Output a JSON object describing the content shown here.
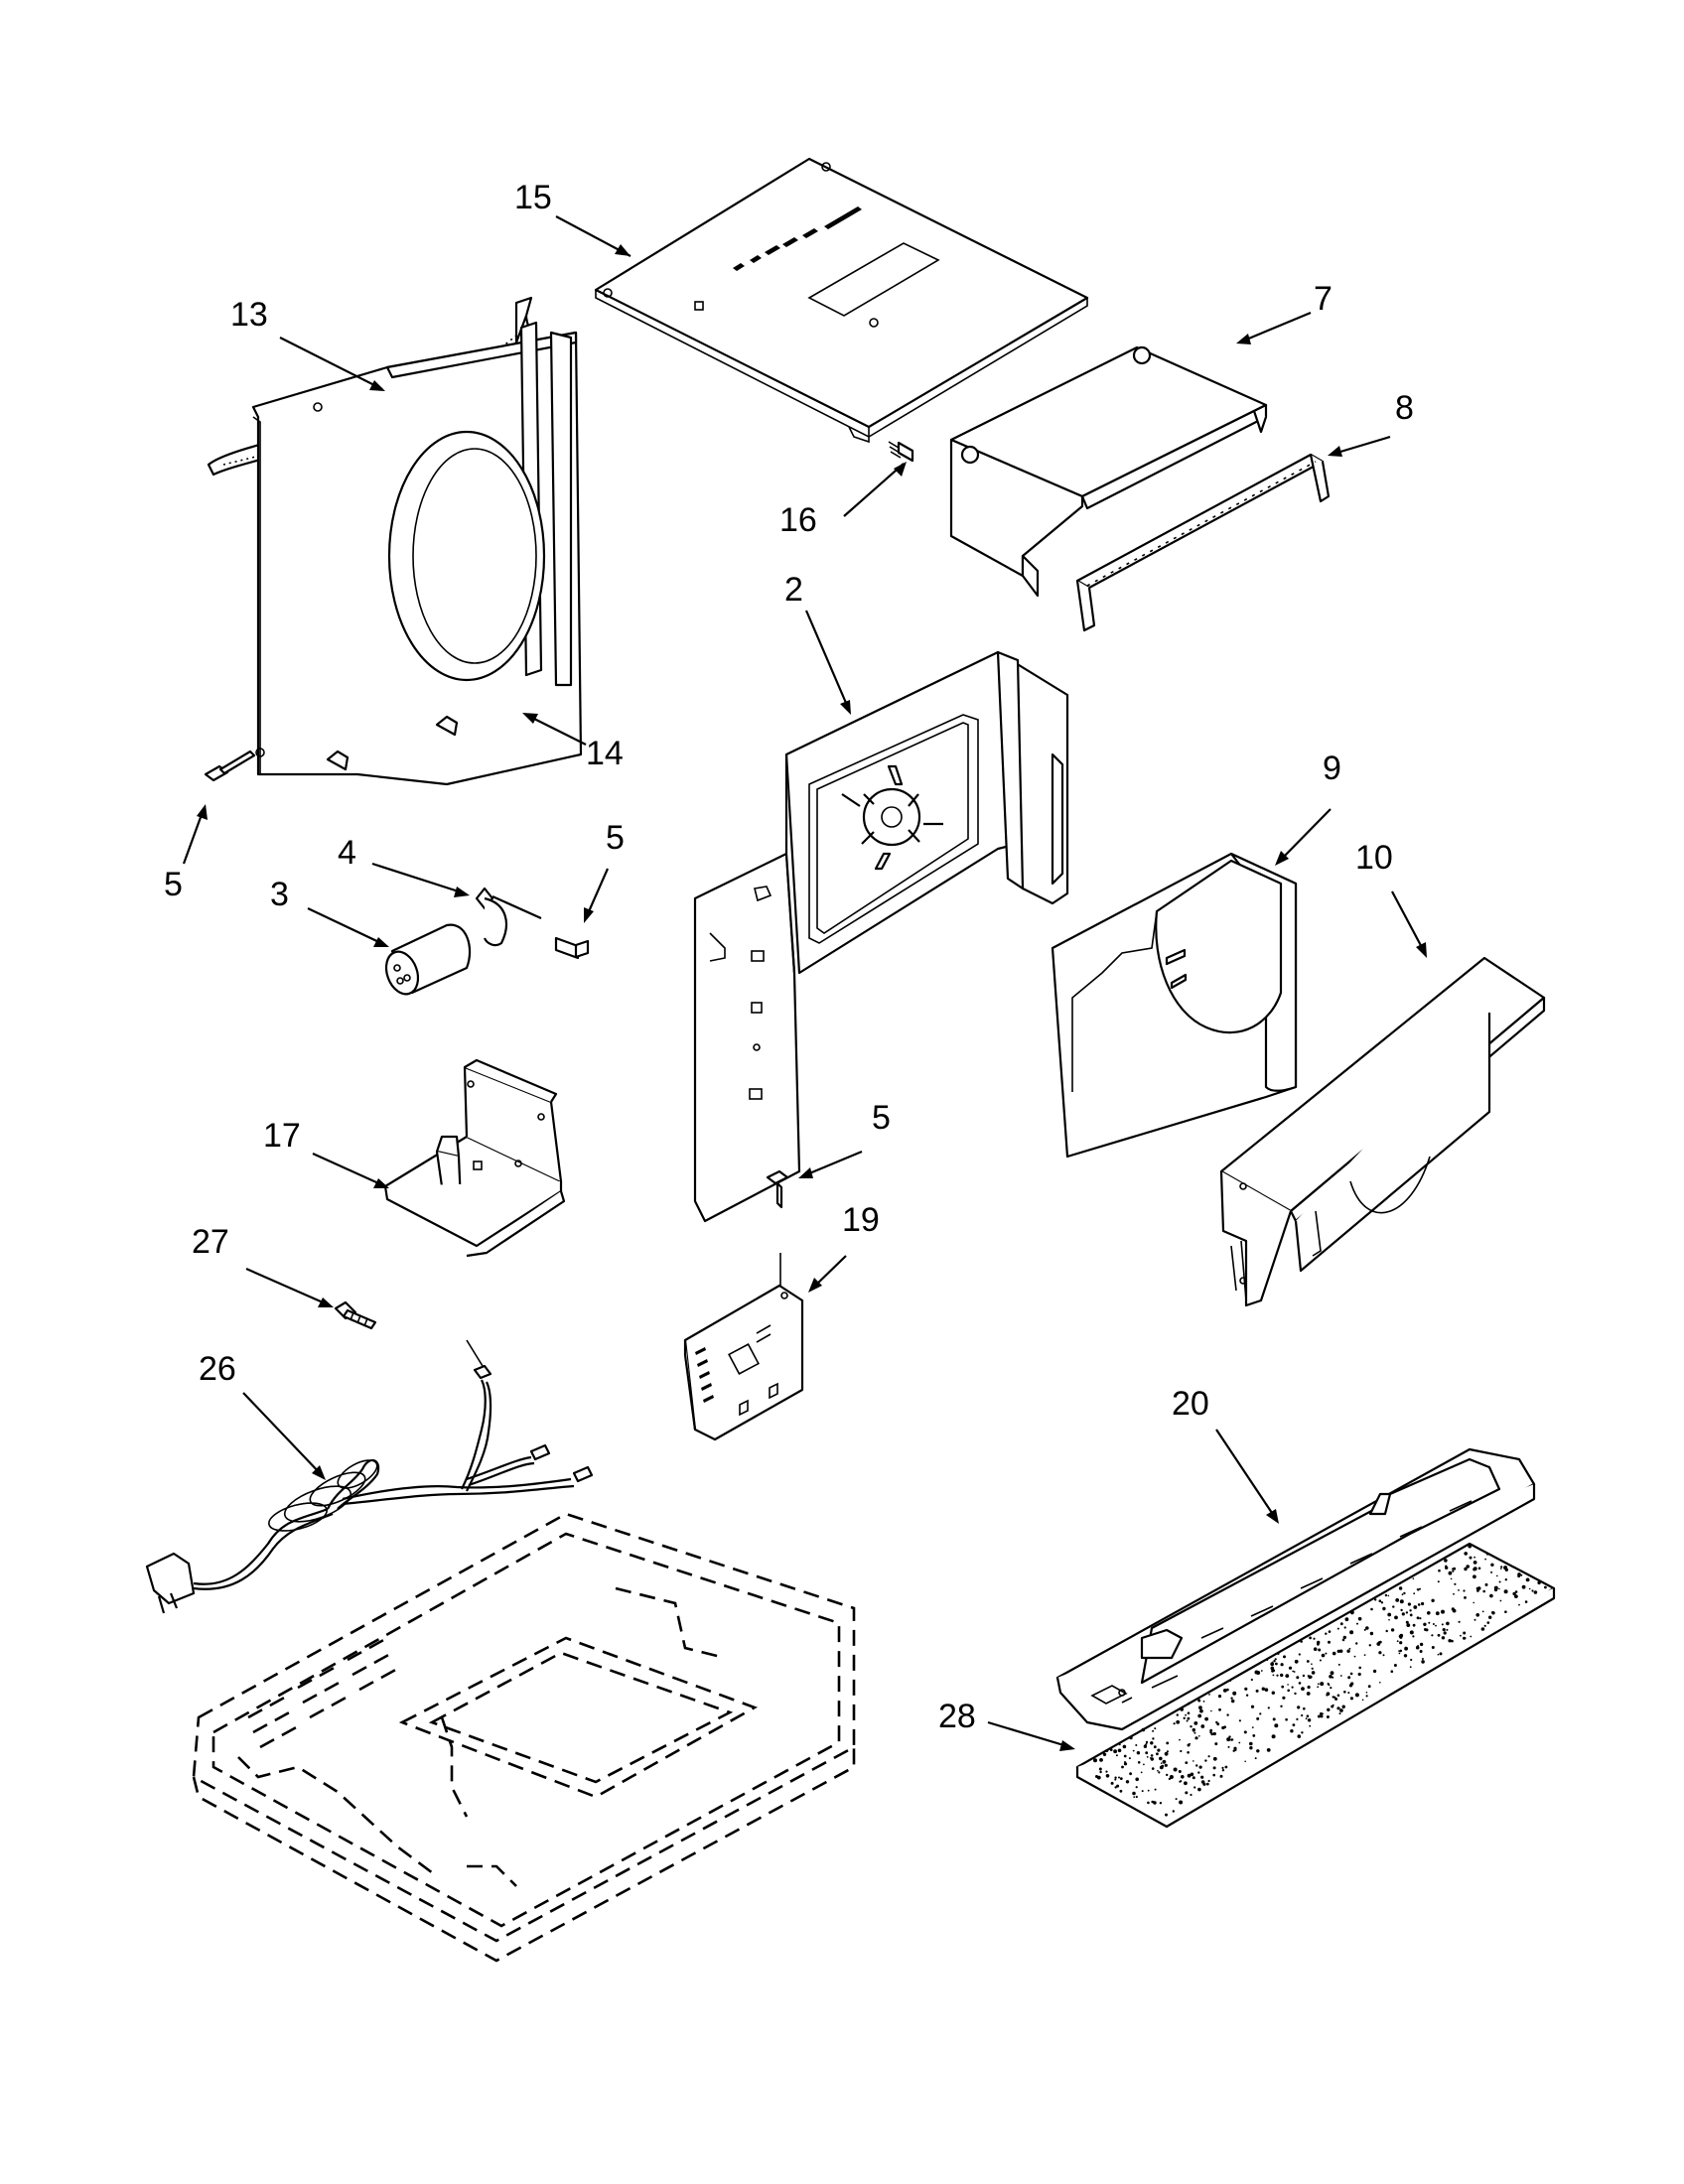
{
  "parts": [
    {
      "id": "p15",
      "callout": "15"
    },
    {
      "id": "p13",
      "callout": "13"
    },
    {
      "id": "p7",
      "callout": "7"
    },
    {
      "id": "p8",
      "callout": "8"
    },
    {
      "id": "p16",
      "callout": "16"
    },
    {
      "id": "p2",
      "callout": "2"
    },
    {
      "id": "p14",
      "callout": "14"
    },
    {
      "id": "p5a",
      "callout": "5"
    },
    {
      "id": "p5b",
      "callout": "5"
    },
    {
      "id": "p4",
      "callout": "4"
    },
    {
      "id": "p3",
      "callout": "3"
    },
    {
      "id": "p9",
      "callout": "9"
    },
    {
      "id": "p10",
      "callout": "10"
    },
    {
      "id": "p17",
      "callout": "17"
    },
    {
      "id": "p5c",
      "callout": "5"
    },
    {
      "id": "p19",
      "callout": "19"
    },
    {
      "id": "p27",
      "callout": "27"
    },
    {
      "id": "p26",
      "callout": "26"
    },
    {
      "id": "p20",
      "callout": "20"
    },
    {
      "id": "p28",
      "callout": "28"
    }
  ]
}
